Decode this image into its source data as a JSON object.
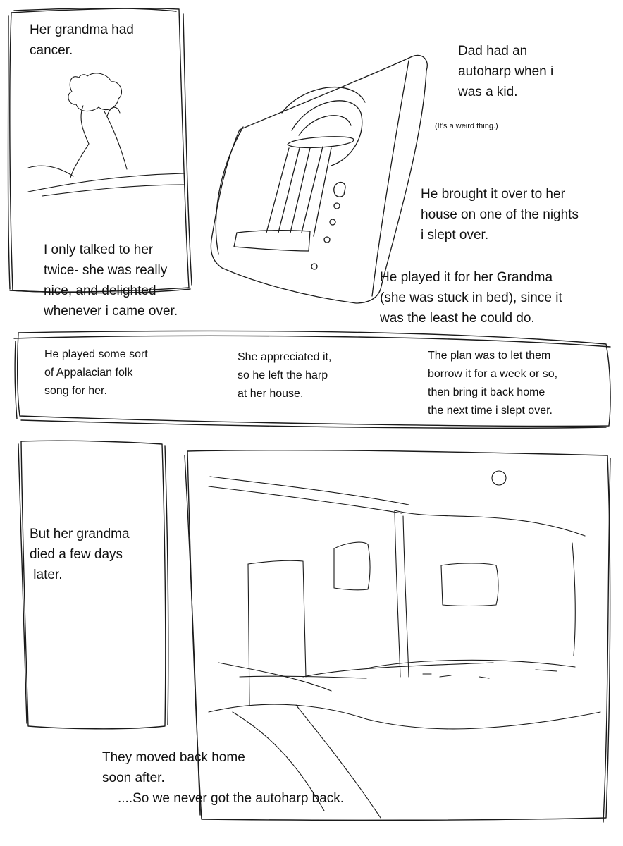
{
  "captions": {
    "cancer": "Her grandma had\ncancer.",
    "twice": "I only talked to her\ntwice- she was really\nnice, and delighted\nwhenever i came over.",
    "dad_autoharp": "Dad had an\nautoharp when i\nwas a kid.",
    "weird": "(It’s a weird thing.)",
    "brought": "He brought it over to her\nhouse on one of the nights\ni slept over.",
    "played_grandma": "He played it for her Grandma\n(she was stuck in bed), since it\nwas the least he could do.",
    "folk_song": "He played some sort\nof Appalacian folk\nsong for her.",
    "appreciated": "She appreciated it,\nso he left the harp\nat her house.",
    "plan": "The plan was to let them\nborrow it for a week or so,\nthen bring it back home\nthe next time i slept over.",
    "died": "But her grandma\ndied a few days\n later.",
    "moved": "They moved back home\nsoon after.",
    "never_back": "....So we never got the autoharp back."
  }
}
